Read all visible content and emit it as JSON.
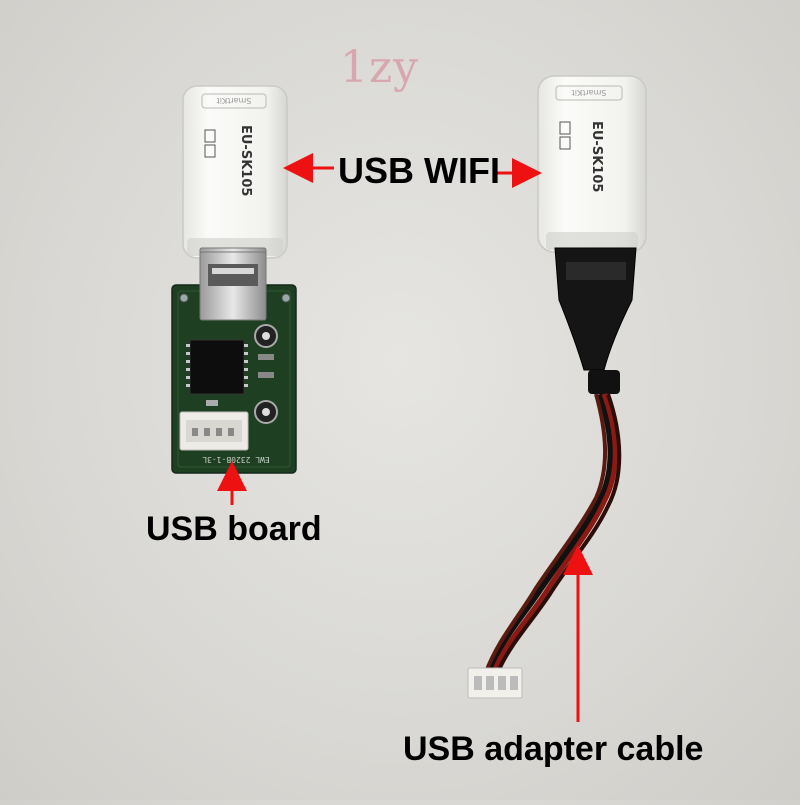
{
  "labels": {
    "usb_wifi": "USB WIFI",
    "usb_board": "USB board",
    "usb_adapter_cable": "USB adapter cable"
  },
  "watermark": "1zy",
  "dongle_text": {
    "model": "EU-SK105",
    "brand": "SmartKit"
  },
  "board_text": "EWL 2320B-1-3L",
  "colors": {
    "arrow": "#ee1111",
    "dongle": "#f4f4f2",
    "pcb": "#1f3f22",
    "background": "#dcdbd7"
  }
}
